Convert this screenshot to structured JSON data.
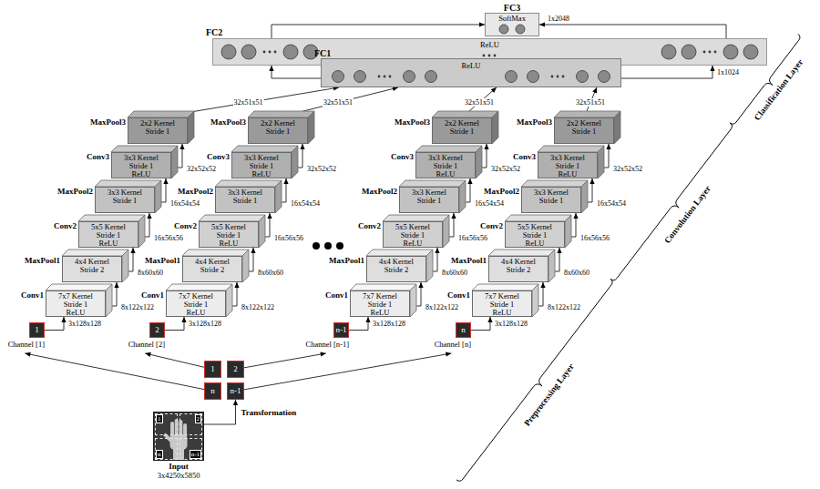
{
  "diagram": {
    "nodes": [
      {
        "text": [
          "FC3",
          "SoftMax"
        ]
      },
      {
        "text": [
          "FC2",
          "ReLU"
        ]
      },
      {
        "text": [
          "FC1",
          "ReLU"
        ]
      },
      {
        "text": [
          "1",
          "Channel [1]"
        ]
      },
      {
        "text": [
          "Conv1",
          "7x7 Kernel Stride 1 ReLU"
        ]
      },
      {
        "text": [
          "MaxPool1",
          "4x4 Kernel Stride 2"
        ]
      },
      {
        "text": [
          "Conv2",
          "5x5 Kernel Stride 1 ReLU"
        ]
      },
      {
        "text": [
          "MaxPool2",
          "3x3 Kernel Stride 1"
        ]
      },
      {
        "text": [
          "Conv3",
          "3x3 Kernel Stride 1 ReLU"
        ]
      },
      {
        "text": [
          "MaxPool3",
          "2x2 Kernel Stride 1"
        ]
      },
      {
        "text": [
          "2",
          "Channel [2]"
        ]
      },
      {
        "text": [
          "Conv1",
          "7x7 Kernel Stride 1 ReLU"
        ]
      },
      {
        "text": [
          "MaxPool1",
          "4x4 Kernel Stride 2"
        ]
      },
      {
        "text": [
          "Conv2",
          "5x5 Kernel Stride 1 ReLU"
        ]
      },
      {
        "text": [
          "MaxPool2",
          "3x3 Kernel Stride 1"
        ]
      },
      {
        "text": [
          "Conv3",
          "3x3 Kernel Stride 1 ReLU"
        ]
      },
      {
        "text": [
          "MaxPool3",
          "2x2 Kernel Stride 1"
        ]
      },
      {
        "text": [
          "n-1",
          "Channel [n-1]"
        ]
      },
      {
        "text": [
          "Conv1",
          "7x7 Kernel Stride 1 ReLU"
        ]
      },
      {
        "text": [
          "MaxPool1",
          "4x4 Kernel Stride 2"
        ]
      },
      {
        "text": [
          "Conv2",
          "5x5 Kernel Stride 1 ReLU"
        ]
      },
      {
        "text": [
          "MaxPool2",
          "3x3 Kernel Stride 1"
        ]
      },
      {
        "text": [
          "Conv3",
          "3x3 Kernel Stride 1 ReLU"
        ]
      },
      {
        "text": [
          "MaxPool3",
          "2x2 Kernel Stride 1"
        ]
      },
      {
        "text": [
          "n",
          "Channel [n]"
        ]
      },
      {
        "text": [
          "Conv1",
          "7x7 Kernel Stride 1 ReLU"
        ]
      },
      {
        "text": [
          "MaxPool1",
          "4x4 Kernel Stride 2"
        ]
      },
      {
        "text": [
          "Conv2",
          "5x5 Kernel Stride 1 ReLU"
        ]
      },
      {
        "text": [
          "MaxPool2",
          "3x3 Kernel Stride 1"
        ]
      },
      {
        "text": [
          "Conv3",
          "3x3 Kernel Stride 1 ReLU"
        ]
      },
      {
        "text": [
          "MaxPool3",
          "2x2 Kernel Stride 1"
        ]
      },
      {
        "text": [
          "1"
        ]
      },
      {
        "text": [
          "2"
        ]
      },
      {
        "text": [
          "n"
        ]
      },
      {
        "text": [
          "n-1"
        ]
      },
      {
        "text": [
          "Input",
          "3x4250x5850"
        ]
      },
      {
        "text": [
          "1"
        ],
        "in": 35
      },
      {
        "text": [
          "2"
        ],
        "in": 35
      },
      {
        "text": [
          "n"
        ],
        "in": 35
      },
      {
        "text": [
          "n-1"
        ],
        "in": 35
      }
    ],
    "edges": [
      {
        "from": 3,
        "to": 4,
        "arrow": "to",
        "label": "3x128x128"
      },
      {
        "from": 4,
        "to": 5,
        "arrow": "to",
        "label": "8x122x122"
      },
      {
        "from": 5,
        "to": 6,
        "arrow": "to",
        "label": "8x60x60"
      },
      {
        "from": 6,
        "to": 7,
        "arrow": "to",
        "label": "16x56x56"
      },
      {
        "from": 7,
        "to": 8,
        "arrow": "to",
        "label": "16x54x54"
      },
      {
        "from": 8,
        "to": 9,
        "arrow": "to",
        "label": "32x52x52"
      },
      {
        "from": 9,
        "to": 2,
        "arrow": "to",
        "label": "32x51x51"
      },
      {
        "from": 10,
        "to": 11,
        "arrow": "to",
        "label": "3x128x128"
      },
      {
        "from": 11,
        "to": 12,
        "arrow": "to",
        "label": "8x122x122"
      },
      {
        "from": 12,
        "to": 13,
        "arrow": "to",
        "label": "8x60x60"
      },
      {
        "from": 13,
        "to": 14,
        "arrow": "to",
        "label": "16x56x56"
      },
      {
        "from": 14,
        "to": 15,
        "arrow": "to",
        "label": "16x54x54"
      },
      {
        "from": 15,
        "to": 16,
        "arrow": "to",
        "label": "32x52x52"
      },
      {
        "from": 16,
        "to": 2,
        "arrow": "to",
        "label": "32x51x51"
      },
      {
        "from": 17,
        "to": 18,
        "arrow": "to",
        "label": "3x128x128"
      },
      {
        "from": 18,
        "to": 19,
        "arrow": "to",
        "label": "8x122x122"
      },
      {
        "from": 19,
        "to": 20,
        "arrow": "to",
        "label": "8x60x60"
      },
      {
        "from": 20,
        "to": 21,
        "arrow": "to",
        "label": "16x56x56"
      },
      {
        "from": 21,
        "to": 22,
        "arrow": "to",
        "label": "16x54x54"
      },
      {
        "from": 22,
        "to": 23,
        "arrow": "to",
        "label": "32x52x52"
      },
      {
        "from": 23,
        "to": 2,
        "arrow": "to",
        "label": "32x51x51"
      },
      {
        "from": 24,
        "to": 25,
        "arrow": "to",
        "label": "3x128x128"
      },
      {
        "from": 25,
        "to": 26,
        "arrow": "to",
        "label": "8x122x122"
      },
      {
        "from": 26,
        "to": 27,
        "arrow": "to",
        "label": "8x60x60"
      },
      {
        "from": 27,
        "to": 28,
        "arrow": "to",
        "label": "16x56x56"
      },
      {
        "from": 28,
        "to": 29,
        "arrow": "to",
        "label": "16x54x54"
      },
      {
        "from": 29,
        "to": 30,
        "arrow": "to",
        "label": "32x52x52"
      },
      {
        "from": 30,
        "to": 2,
        "arrow": "to",
        "label": "32x51x51"
      },
      {
        "from": 2,
        "to": 1,
        "arrow": "to"
      },
      {
        "from": 2,
        "to": 1,
        "arrow": "to",
        "label": "1x1024"
      },
      {
        "from": 1,
        "to": 0,
        "arrow": "to"
      },
      {
        "from": 1,
        "to": 0,
        "arrow": "to",
        "label": "1x2048"
      },
      {
        "from": 33,
        "to": 3,
        "arrow": "to"
      },
      {
        "from": 31,
        "to": 10,
        "arrow": "to"
      },
      {
        "from": 32,
        "to": 17,
        "arrow": "to"
      },
      {
        "from": 34,
        "to": 24,
        "arrow": "to"
      },
      {
        "from": 35,
        "to": 34,
        "arrow": "to",
        "label": "Transformation"
      }
    ],
    "labels": [
      "Preprocessing Layer",
      "Convolution Layer",
      "Classification Layer"
    ]
  }
}
